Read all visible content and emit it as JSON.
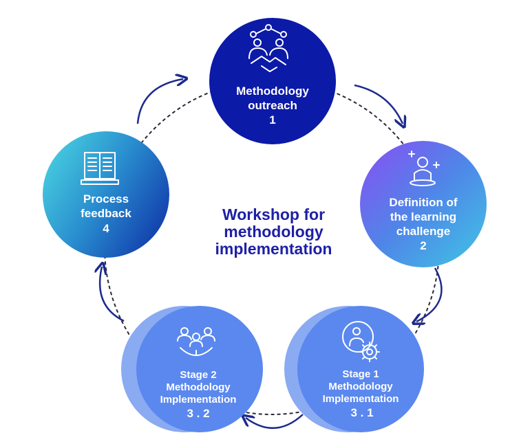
{
  "center_title": [
    "Workshop for",
    "methodology",
    "implementation"
  ],
  "nodes": [
    {
      "id": "methodology-outreach",
      "lines": [
        "Methodology",
        "outreach",
        "1"
      ],
      "icon": "handshake-network-icon",
      "color": "#0c1aa8"
    },
    {
      "id": "definition-learning-challenge",
      "lines": [
        "Definition of",
        "the learning",
        "challenge",
        "2"
      ],
      "icon": "person-sparkle-icon",
      "gradient": [
        "#8a4ef3",
        "#4f86e8",
        "#3fc6e4"
      ]
    },
    {
      "id": "stage-1",
      "lines": [
        "Stage 1",
        "Methodology",
        "Implementation",
        "3 . 1"
      ],
      "icon": "person-gear-icon",
      "color": "#5f8cf0"
    },
    {
      "id": "stage-2",
      "lines": [
        "Stage 2",
        "Methodology",
        "Implementation",
        "3 . 2"
      ],
      "icon": "team-icon",
      "color": "#5f8cf0"
    },
    {
      "id": "process-feedback",
      "lines": [
        "Process",
        "feedback",
        "4"
      ],
      "icon": "open-book-icon",
      "gradient": [
        "#45dbe0",
        "#1a5cc0"
      ]
    }
  ],
  "colors": {
    "arrow": "#1d2a8c",
    "dashed_ring": "#2a2a3a",
    "title": "#1d20a6"
  }
}
